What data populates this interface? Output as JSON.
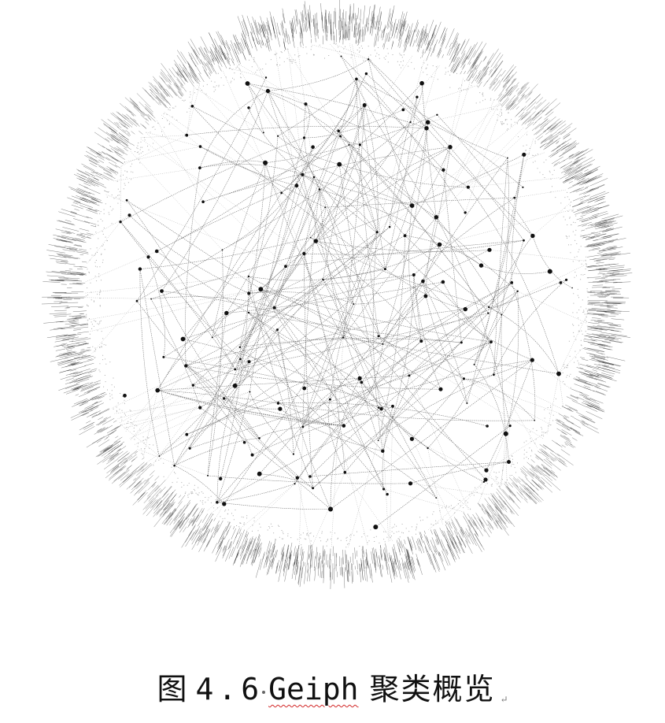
{
  "figure": {
    "graph": {
      "style": "circular-cluster-network",
      "ink_color": "#111111",
      "background_color": "#ffffff"
    },
    "caption": {
      "label": "图",
      "number": "4.6",
      "term": "Geiph",
      "title": "聚类概览",
      "paragraph_mark": "↵"
    }
  }
}
